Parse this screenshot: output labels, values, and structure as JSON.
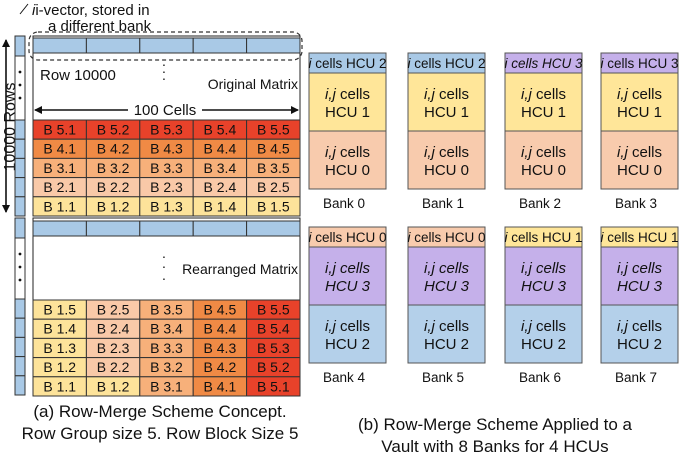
{
  "left_panel": {
    "annotation_line1": "i-vector, stored in",
    "annotation_line2": "a different bank",
    "row_10000_label": "Row 10000",
    "original_matrix_label": "Original Matrix",
    "cells_span_label": "100 Cells",
    "rows_axis_label": "10000 Rows",
    "rearranged_matrix_label": "Rearranged Matrix",
    "original_blocks": [
      [
        "B 5.1",
        "B 5.2",
        "B 5.3",
        "B 5.4",
        "B 5.5"
      ],
      [
        "B 4.1",
        "B 4.2",
        "B 4.3",
        "B 4.4",
        "B 4.5"
      ],
      [
        "B 3.1",
        "B 3.2",
        "B 3.3",
        "B 3.4",
        "B 3.5"
      ],
      [
        "B 2.1",
        "B 2.2",
        "B 2.3",
        "B 2.4",
        "B 2.5"
      ],
      [
        "B 1.1",
        "B 1.2",
        "B 1.3",
        "B 1.4",
        "B 1.5"
      ]
    ],
    "rearranged_blocks": [
      [
        "B 1.5",
        "B 2.5",
        "B 3.5",
        "B 4.5",
        "B 5.5"
      ],
      [
        "B 1.4",
        "B 2.4",
        "B 3.4",
        "B 4.4",
        "B 5.4"
      ],
      [
        "B 1.3",
        "B 2.3",
        "B 3.3",
        "B 4.3",
        "B 5.3"
      ],
      [
        "B 1.2",
        "B 2.2",
        "B 3.2",
        "B 4.2",
        "B 5.2"
      ],
      [
        "B 1.1",
        "B 1.2",
        "B 3.1",
        "B 4.1",
        "B 5.1"
      ]
    ],
    "caption_line1": "(a) Row-Merge Scheme Concept.",
    "caption_line2": "Row Group size 5. Row Block Size 5"
  },
  "right_panel": {
    "banks_top": [
      {
        "name": "Bank 0",
        "top": "cells HCU 2",
        "mid": [
          "cells",
          "HCU 1"
        ],
        "bot": [
          "cells",
          "HCU 0"
        ]
      },
      {
        "name": "Bank 1",
        "top": "cells HCU 2",
        "mid": [
          "cells",
          "HCU 1"
        ],
        "bot": [
          "cells",
          "HCU 0"
        ]
      },
      {
        "name": "Bank 2",
        "top": "cells HCU 3",
        "mid": [
          "cells",
          "HCU 1"
        ],
        "bot": [
          "cells",
          "HCU 0"
        ]
      },
      {
        "name": "Bank 3",
        "top": "cells HCU 3",
        "mid": [
          "cells",
          "HCU 1"
        ],
        "bot": [
          "cells",
          "HCU 0"
        ]
      }
    ],
    "banks_bottom": [
      {
        "name": "Bank 4",
        "top": "cells HCU 0",
        "mid": [
          "cells",
          "HCU 3"
        ],
        "bot": [
          "cells",
          "HCU 2"
        ]
      },
      {
        "name": "Bank 5",
        "top": "cells HCU 0",
        "mid": [
          "cells",
          "HCU 3"
        ],
        "bot": [
          "cells",
          "HCU 2"
        ]
      },
      {
        "name": "Bank 6",
        "top": "cells HCU 1",
        "mid": [
          "cells",
          "HCU 3"
        ],
        "bot": [
          "cells",
          "HCU 2"
        ]
      },
      {
        "name": "Bank 7",
        "top": "cells HCU 1",
        "mid": [
          "cells",
          "HCU 3"
        ],
        "bot": [
          "cells",
          "HCU 2"
        ]
      }
    ],
    "caption_line1": "(b) Row-Merge Scheme Applied to a",
    "caption_line2": "Vault with 8 Banks for 4 HCUs"
  },
  "colors": {
    "hcu0": "#f8cbad",
    "hcu1": "#ffe699",
    "hcu2": "#b4d0ea",
    "hcu3": "#c5b0ea",
    "blue_row": "#a9c9e6",
    "block_red": "#e8422a",
    "block_orange": "#f08a45",
    "block_light_orange": "#f7b07a",
    "block_peach": "#f9c9a8",
    "block_yellow": "#fde39a"
  }
}
